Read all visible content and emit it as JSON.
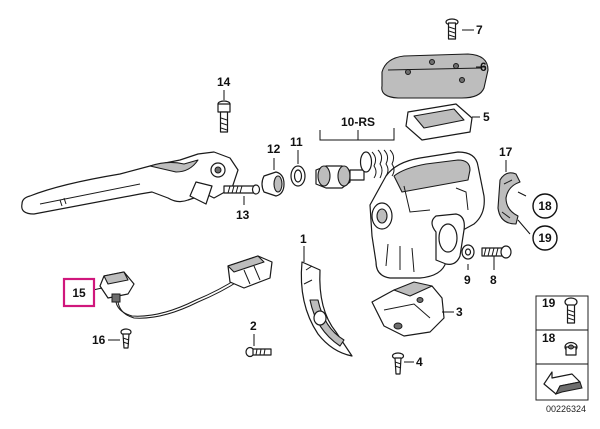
{
  "callouts": [
    {
      "id": "1",
      "label": "1"
    },
    {
      "id": "2",
      "label": "2"
    },
    {
      "id": "3",
      "label": "3"
    },
    {
      "id": "4",
      "label": "4"
    },
    {
      "id": "5",
      "label": "5"
    },
    {
      "id": "6",
      "label": "6"
    },
    {
      "id": "7",
      "label": "7"
    },
    {
      "id": "8",
      "label": "8"
    },
    {
      "id": "9",
      "label": "9"
    },
    {
      "id": "10",
      "label": "10-RS"
    },
    {
      "id": "11",
      "label": "11"
    },
    {
      "id": "12",
      "label": "12"
    },
    {
      "id": "13",
      "label": "13"
    },
    {
      "id": "14",
      "label": "14"
    },
    {
      "id": "15",
      "label": "15"
    },
    {
      "id": "16",
      "label": "16"
    },
    {
      "id": "17",
      "label": "17"
    },
    {
      "id": "18",
      "label": "18"
    },
    {
      "id": "19",
      "label": "19"
    }
  ],
  "highlighted_part": "15",
  "legend": {
    "row1": "19",
    "row2": "18"
  },
  "diagram_code": "00226324",
  "colors": {
    "highlight": "#d0177c",
    "ink": "#1a1a1a",
    "shade": "#bdbdbd"
  }
}
